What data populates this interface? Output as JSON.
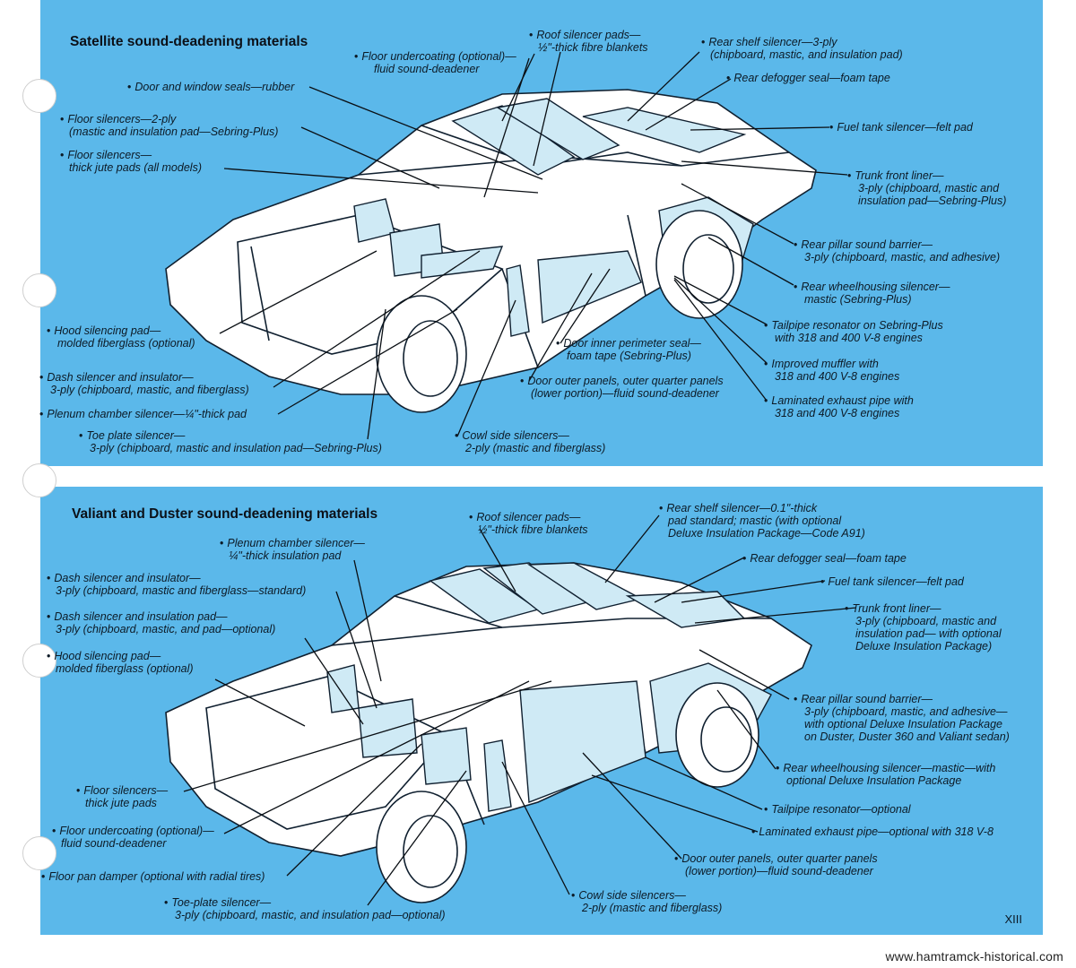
{
  "top": {
    "title": "Satellite sound-deadening materials",
    "labels": {
      "roof_silencer": [
        "Roof silencer pads—",
        "½\"-thick fibre blankets"
      ],
      "floor_undercoating": [
        "Floor undercoating (optional)—",
        "fluid sound-deadener"
      ],
      "door_window_seals": [
        "Door and window seals—rubber"
      ],
      "floor_silencers_2ply": [
        "Floor silencers—2-ply",
        "(mastic and insulation pad—Sebring-Plus)"
      ],
      "floor_silencers_jute": [
        "Floor silencers—",
        "thick jute pads (all models)"
      ],
      "rear_shelf": [
        "Rear shelf silencer—3-ply",
        "(chipboard, mastic, and insulation pad)"
      ],
      "rear_defogger": [
        "Rear defogger seal—foam tape"
      ],
      "fuel_tank": [
        "Fuel tank silencer—felt pad"
      ],
      "trunk_front_liner": [
        "Trunk front liner—",
        "3-ply (chipboard, mastic and",
        "insulation pad—Sebring-Plus)"
      ],
      "rear_pillar": [
        "Rear pillar sound barrier—",
        "3-ply (chipboard, mastic, and adhesive)"
      ],
      "rear_wheelhousing": [
        "Rear wheelhousing silencer—",
        "mastic (Sebring-Plus)"
      ],
      "tailpipe_resonator": [
        "Tailpipe resonator on Sebring-Plus",
        "with 318 and 400 V-8 engines"
      ],
      "improved_muffler": [
        "Improved muffler with",
        "318 and 400 V-8 engines"
      ],
      "laminated_exhaust": [
        "Laminated exhaust pipe with",
        "318 and 400 V-8 engines"
      ],
      "hood_pad": [
        "Hood silencing pad—",
        "molded fiberglass (optional)"
      ],
      "dash_silencer": [
        "Dash silencer and insulator—",
        "3-ply (chipboard, mastic, and fiberglass)"
      ],
      "plenum": [
        "Plenum chamber silencer—¼\"-thick pad"
      ],
      "toe_plate": [
        "Toe plate silencer—",
        "3-ply (chipboard, mastic and insulation pad—Sebring-Plus)"
      ],
      "cowl_side": [
        "Cowl side silencers—",
        "2-ply (mastic and fiberglass)"
      ],
      "door_outer": [
        "Door outer panels, outer quarter panels",
        "(lower portion)—fluid sound-deadener"
      ],
      "door_inner": [
        "Door inner perimeter seal—",
        "foam tape (Sebring-Plus)"
      ]
    }
  },
  "bottom": {
    "title": "Valiant and Duster sound-deadening materials",
    "labels": {
      "roof_silencer": [
        "Roof silencer pads—",
        "½\"-thick fibre blankets"
      ],
      "rear_shelf": [
        "Rear shelf silencer—0.1\"-thick",
        "pad standard; mastic (with optional",
        "Deluxe Insulation Package—Code A91)"
      ],
      "plenum": [
        "Plenum chamber silencer—",
        "¼\"-thick insulation pad"
      ],
      "rear_defogger": [
        "Rear defogger seal—foam tape"
      ],
      "fuel_tank": [
        "Fuel tank silencer—felt pad"
      ],
      "dash_silencer": [
        "Dash silencer and insulator—",
        "3-ply (chipboard, mastic and fiberglass—standard)"
      ],
      "trunk_front_liner": [
        "Trunk front liner—",
        "3-ply (chipboard, mastic and",
        "insulation pad— with optional",
        "Deluxe Insulation Package)"
      ],
      "dash_insulation_pad": [
        "Dash silencer and insulation pad—",
        "3-ply (chipboard, mastic, and pad—optional)"
      ],
      "hood_pad": [
        "Hood silencing pad—",
        "molded fiberglass (optional)"
      ],
      "rear_pillar": [
        "Rear pillar sound barrier—",
        "3-ply (chipboard, mastic, and adhesive—",
        "with optional Deluxe Insulation Package",
        "on Duster, Duster 360 and Valiant sedan)"
      ],
      "rear_wheelhousing": [
        "Rear wheelhousing silencer—mastic—with",
        "optional Deluxe Insulation Package"
      ],
      "floor_silencers": [
        "Floor silencers—",
        "thick jute pads"
      ],
      "tailpipe_resonator": [
        "Tailpipe resonator—optional"
      ],
      "floor_undercoating": [
        "Floor undercoating (optional)—",
        "fluid sound-deadener"
      ],
      "laminated_exhaust": [
        "Laminated exhaust pipe—optional with 318 V-8"
      ],
      "floor_pan_damper": [
        "Floor pan damper (optional with radial tires)"
      ],
      "door_outer": [
        "Door outer panels, outer quarter panels",
        "(lower portion)—fluid sound-deadener"
      ],
      "toe_plate": [
        "Toe-plate silencer—",
        "3-ply (chipboard, mastic, and insulation pad—optional)"
      ],
      "cowl_side": [
        "Cowl side silencers—",
        "2-ply (mastic and fiberglass)"
      ]
    }
  },
  "page_number": "XIII",
  "footer": "www.hamtramck-historical.com",
  "colors": {
    "panel": "#5bb8ea",
    "pad": "#cfeaf5",
    "ink": "#0c1a26"
  }
}
